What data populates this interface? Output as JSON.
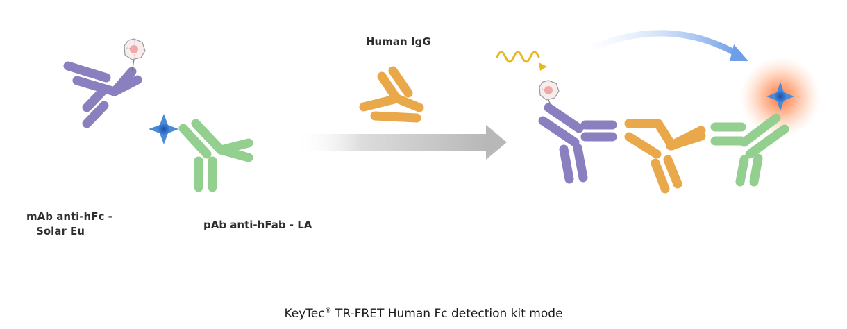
{
  "labels": {
    "mab_line1": "mAb anti-hFc -",
    "mab_line2": "Solar Eu",
    "pab": "pAb anti-hFab - LA",
    "human_igg": "Human IgG"
  },
  "caption": {
    "brand": "KeyTec",
    "registered": "®",
    "rest": " TR-FRET Human Fc detection kit mode"
  },
  "colors": {
    "mab_purple": "#8b80bf",
    "pab_green": "#93cf8f",
    "igg_orange": "#e9a94b",
    "acceptor_blue": "#3f7fd0",
    "donor_pink": "#f0a8a8",
    "arrow_gray": "#bdbdbd",
    "excitation_yellow": "#e8b823",
    "emission_blue": "#7aa6e6",
    "glow_orange": "#ff7a3a"
  }
}
